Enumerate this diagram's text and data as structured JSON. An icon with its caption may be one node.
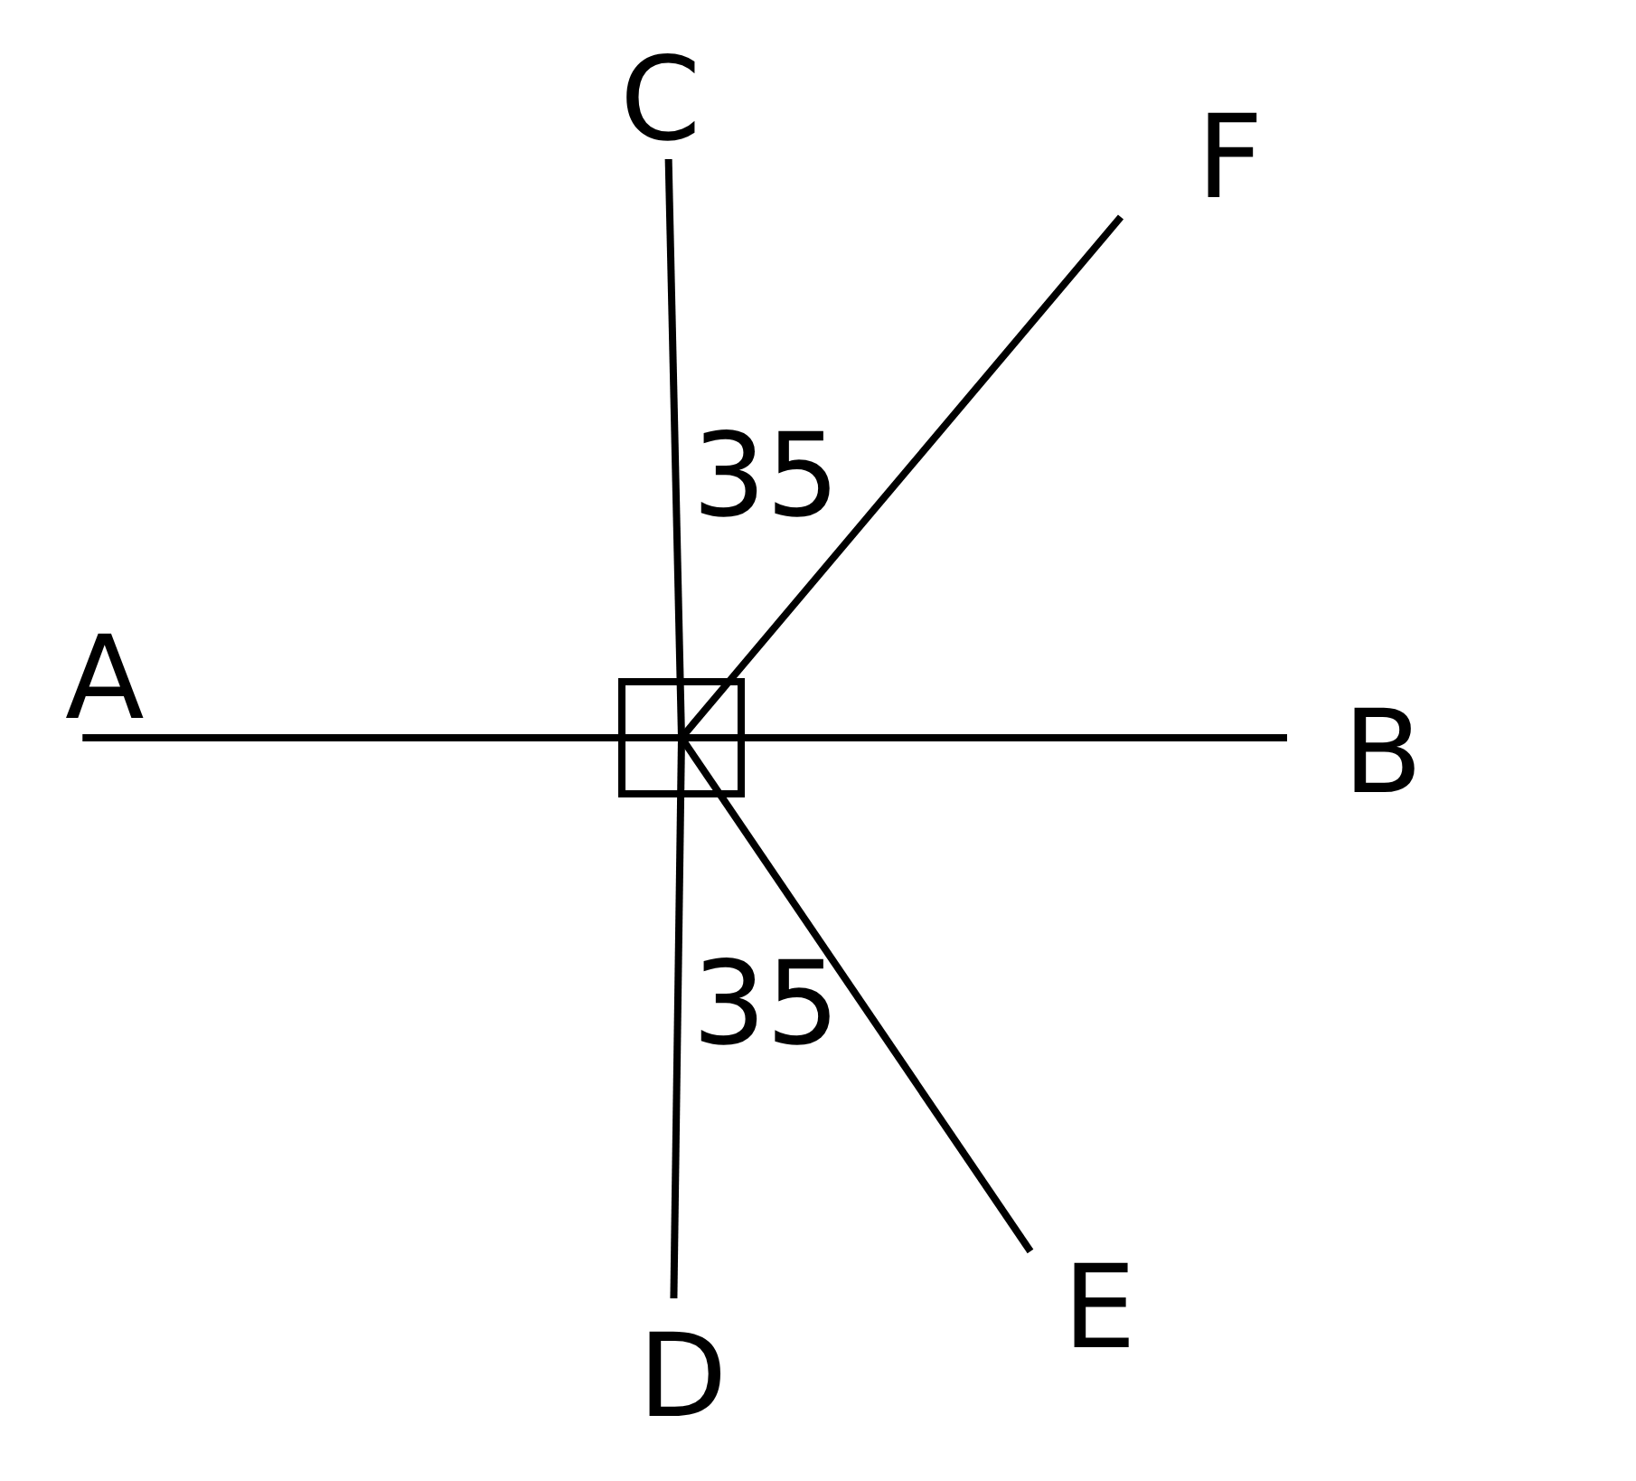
{
  "diagram": {
    "nodes": [
      {
        "text": [
          "C"
        ]
      },
      {
        "text": [
          "F"
        ]
      },
      {
        "text": [
          "A"
        ]
      },
      {
        "text": [
          "B"
        ]
      },
      {
        "text": [
          "E"
        ]
      },
      {
        "text": [
          "D"
        ]
      },
      {
        "text": [],
        "shape": "box"
      }
    ],
    "edges": [
      {
        "from": 6,
        "to": 2,
        "arrow": "none"
      },
      {
        "from": 6,
        "to": 3,
        "arrow": "none"
      },
      {
        "from": 6,
        "to": 0,
        "arrow": "none"
      },
      {
        "from": 6,
        "to": 5,
        "arrow": "none"
      },
      {
        "from": 6,
        "to": 1,
        "arrow": "none"
      },
      {
        "from": 6,
        "to": 4,
        "arrow": "none"
      }
    ],
    "labels": [
      "35",
      "35"
    ]
  }
}
